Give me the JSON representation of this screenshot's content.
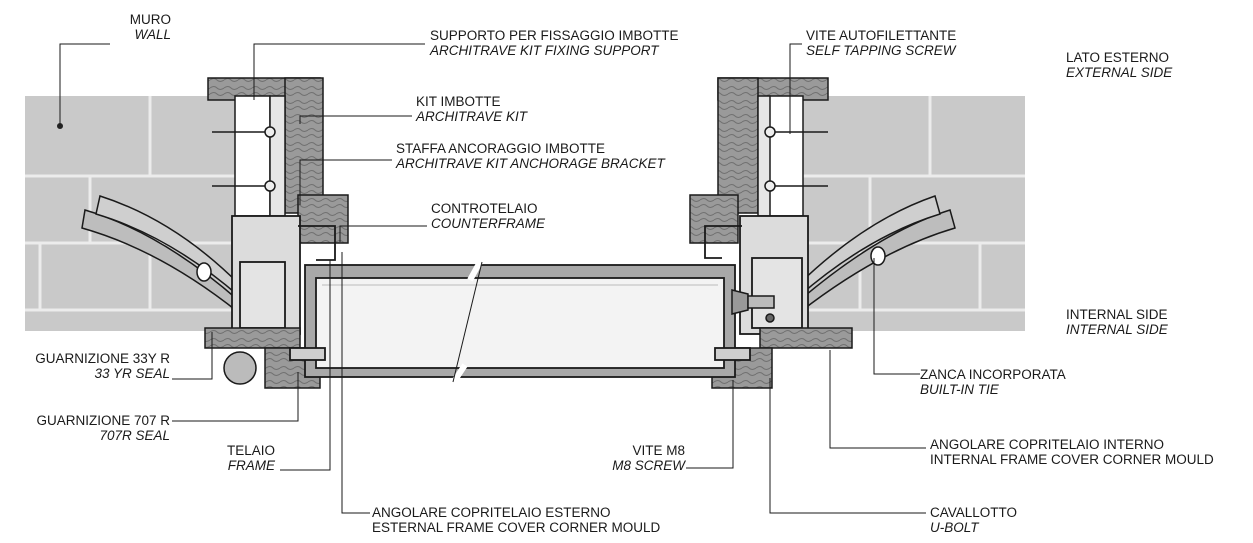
{
  "labels": {
    "muro": {
      "it": "MURO",
      "en": "WALL"
    },
    "supporto": {
      "it": "SUPPORTO PER FISSAGGIO IMBOTTE",
      "en": "ARCHITRAVE KIT FIXING SUPPORT"
    },
    "vite_auto": {
      "it": "VITE AUTOFILETTANTE",
      "en": "SELF TAPPING SCREW"
    },
    "lato_esterno": {
      "it": "LATO ESTERNO",
      "en": "EXTERNAL SIDE"
    },
    "kit_imbotte": {
      "it": "KIT IMBOTTE",
      "en": "ARCHITRAVE KIT"
    },
    "staffa": {
      "it": "STAFFA ANCORAGGIO IMBOTTE",
      "en": "ARCHITRAVE KIT ANCHORAGE BRACKET"
    },
    "controtelaio": {
      "it": "CONTROTELAIO",
      "en": "COUNTERFRAME"
    },
    "internal_side": {
      "it": "INTERNAL SIDE",
      "en": "INTERNAL SIDE"
    },
    "guarnizione_33": {
      "it": "GUARNIZIONE 33Y R",
      "en": "33 YR SEAL"
    },
    "zanca": {
      "it": "ZANCA INCORPORATA",
      "en": "BUILT-IN TIE"
    },
    "guarnizione_707": {
      "it": "GUARNIZIONE 707 R",
      "en": "707R SEAL"
    },
    "telaio": {
      "it": "TELAIO",
      "en": "FRAME"
    },
    "vite_m8": {
      "it": "VITE M8",
      "en": "M8 SCREW"
    },
    "angolare_interno": {
      "it": "ANGOLARE COPRITELAIO INTERNO",
      "en": "INTERNAL FRAME COVER CORNER MOULD"
    },
    "angolare_esterno": {
      "it": "ANGOLARE COPRITELAIO ESTERNO",
      "en": "ESTERNAL FRAME COVER CORNER MOULD"
    },
    "cavallotto": {
      "it": "CAVALLOTTO",
      "en": "U-BOLT"
    }
  },
  "colors": {
    "wall": "#c9c9c9",
    "wall_joint": "#e6e6e6",
    "wood": "#9a9a9a",
    "wood_grain": "#6f6f6f",
    "steel": "#d6d6d6",
    "glass": "#f2f2f2",
    "line": "#1a1a1a"
  }
}
